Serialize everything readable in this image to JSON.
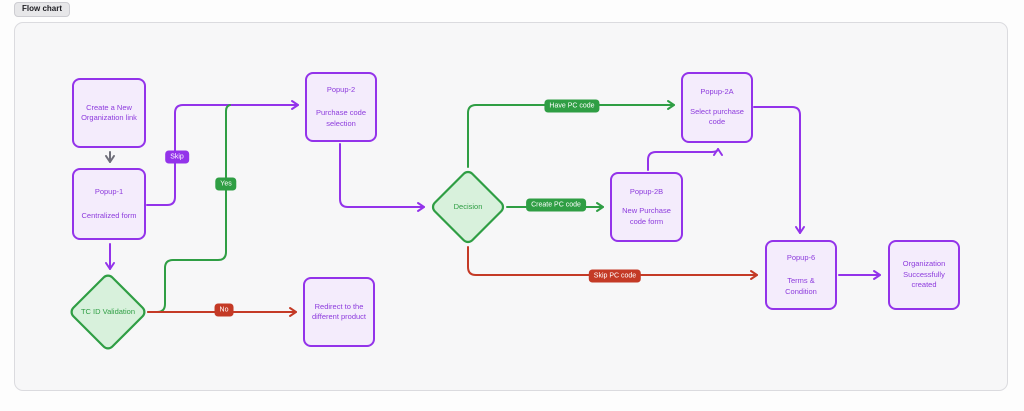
{
  "tab": {
    "label": "Flow chart"
  },
  "nodes": {
    "create": {
      "text": "Create a New Organization link"
    },
    "popup1": {
      "title": "Popup-1",
      "subtitle": "Centralized form"
    },
    "tcid": {
      "text": "TC ID Validation"
    },
    "redirect": {
      "text": "Redirect to the different product"
    },
    "popup2": {
      "title": "Popup-2",
      "subtitle": "Purchase code selection"
    },
    "decision": {
      "text": "Decision"
    },
    "popup2a": {
      "title": "Popup-2A",
      "subtitle": "Select purchase code"
    },
    "popup2b": {
      "title": "Popup-2B",
      "subtitle": "New Purchase code form"
    },
    "popup6": {
      "title": "Popup-6",
      "subtitle": "Terms & Condition"
    },
    "org": {
      "text": "Organization Successfully created"
    }
  },
  "edge_labels": {
    "skip": "Skip",
    "yes": "Yes",
    "no": "No",
    "have_pc": "Have PC code",
    "create_pc": "Create PC code",
    "skip_pc": "Skip PC code"
  },
  "colors": {
    "purple": "#9333ea",
    "purple_fill": "#f4ecfc",
    "purple_text": "#8d3bdd",
    "green": "#2f9e44",
    "green_fill": "#d8f1dc",
    "red": "#c43a26",
    "gray": "#6f6f7a"
  }
}
